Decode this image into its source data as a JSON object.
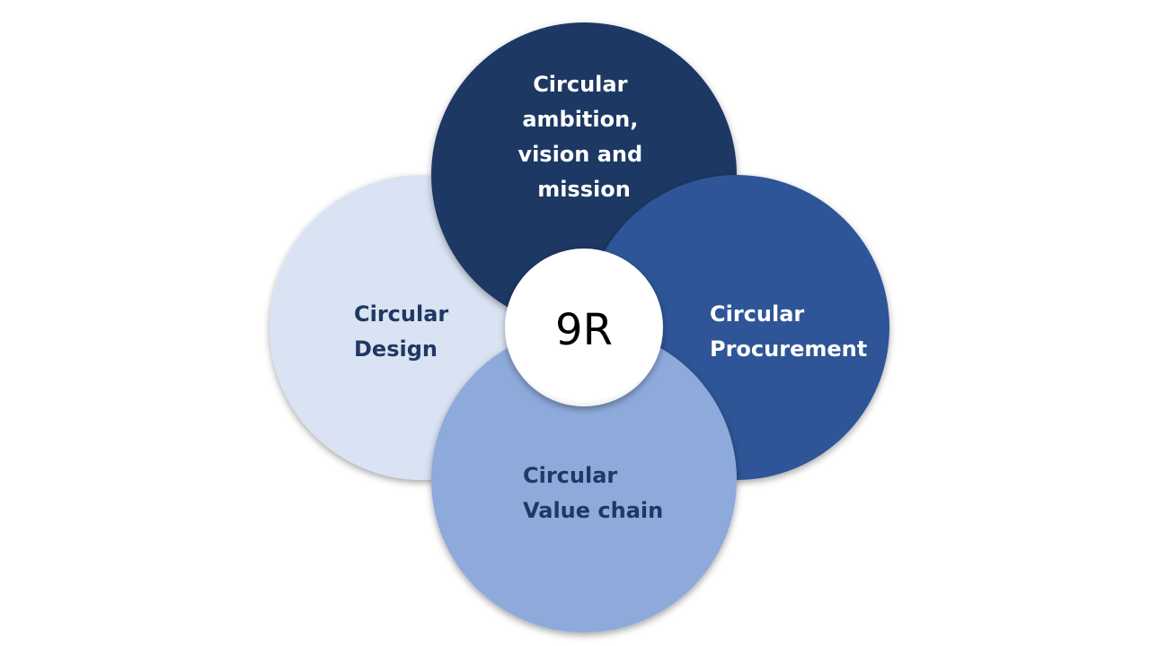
{
  "diagram": {
    "center": {
      "label": "9R"
    },
    "petals": {
      "top": {
        "lines": [
          "Circular",
          "ambition,",
          "vision and",
          "mission"
        ],
        "fill": "#1f3864",
        "text_color": "#ffffff"
      },
      "right": {
        "lines": [
          "Circular",
          "Procurement"
        ],
        "fill": "#2f5597",
        "text_color": "#ffffff"
      },
      "bottom": {
        "lines": [
          "Circular",
          "Value chain"
        ],
        "fill": "#8eaadb",
        "text_color": "#1f3864"
      },
      "left": {
        "lines": [
          "Circular",
          "Design"
        ],
        "fill": "#dae3f3",
        "text_color": "#1f3864"
      }
    },
    "center_fill": "#ffffff",
    "center_text_color": "#000000"
  }
}
